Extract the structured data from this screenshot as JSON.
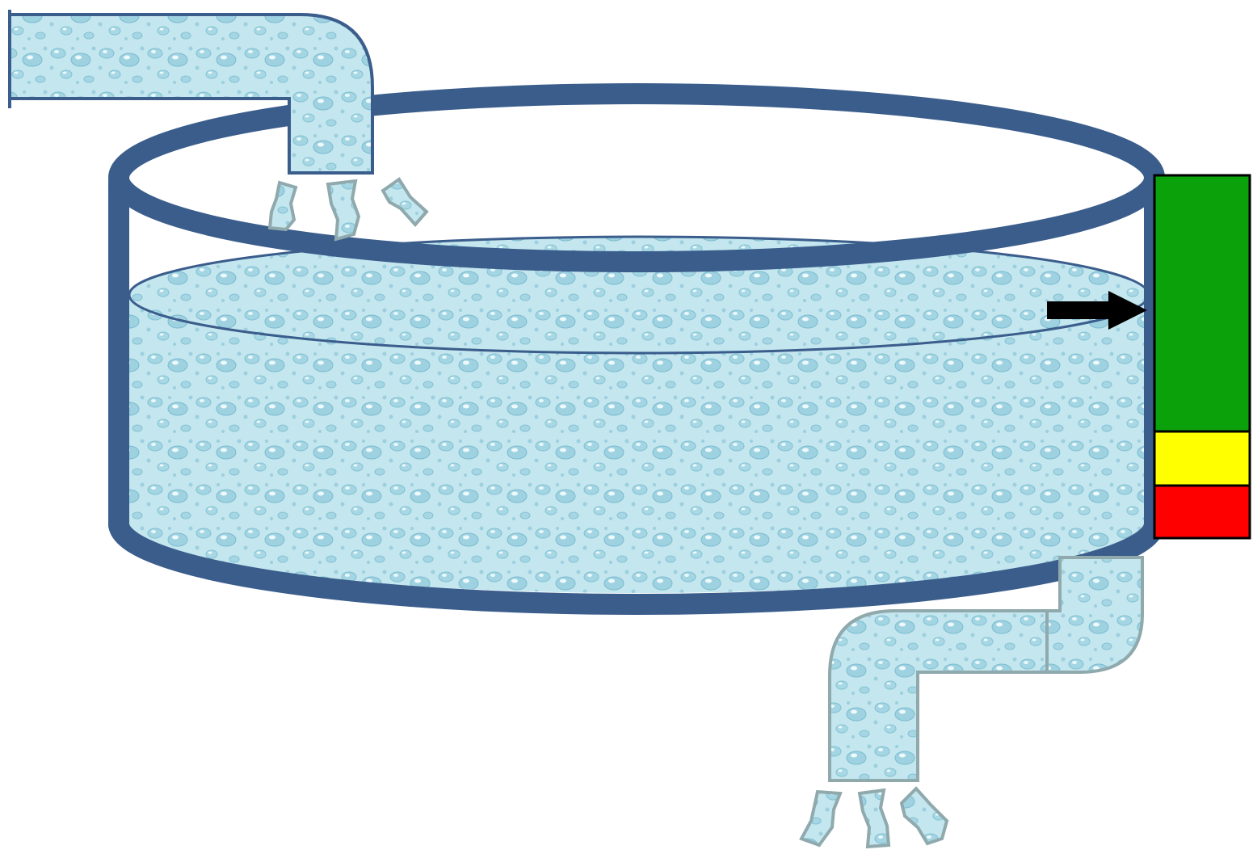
{
  "diagram": {
    "colors": {
      "background": "#ffffff",
      "tank_outline": "#3a5d8c",
      "water_light": "#d6eef4",
      "water_mid": "#b4dde8",
      "water_dark": "#7fc0d3",
      "drain_outline": "#8fa9ad",
      "level_high": "#0aa10a",
      "level_mid": "#ffff00",
      "level_low": "#ff0000",
      "pointer": "#000000"
    },
    "level_gauge": {
      "segments": [
        "green",
        "yellow",
        "red"
      ],
      "current_zone": "green",
      "water_level_fraction": 0.62
    },
    "icons": {
      "inlet": "inlet-pipe-icon",
      "outlet": "outlet-pipe-icon",
      "stream": "water-stream-icon",
      "pointer": "level-arrow-icon"
    }
  }
}
